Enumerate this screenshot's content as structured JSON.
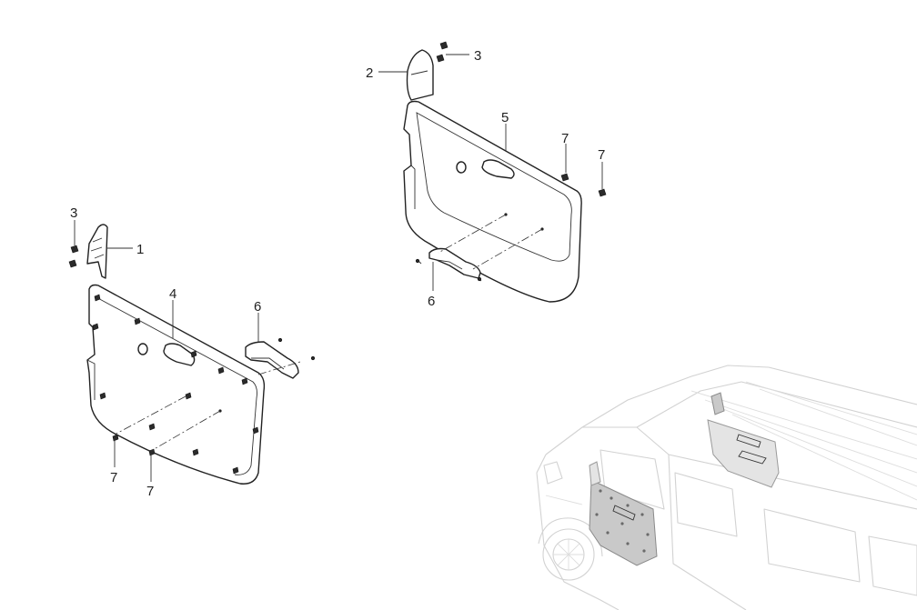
{
  "callouts": {
    "c1": "1",
    "c2": "2",
    "c3_top": "3",
    "c3_left": "3",
    "c4": "4",
    "c5": "5",
    "c6_left": "6",
    "c6_right": "6",
    "c7_right_a": "7",
    "c7_right_b": "7",
    "c7_left_a": "7",
    "c7_left_b": "7"
  }
}
